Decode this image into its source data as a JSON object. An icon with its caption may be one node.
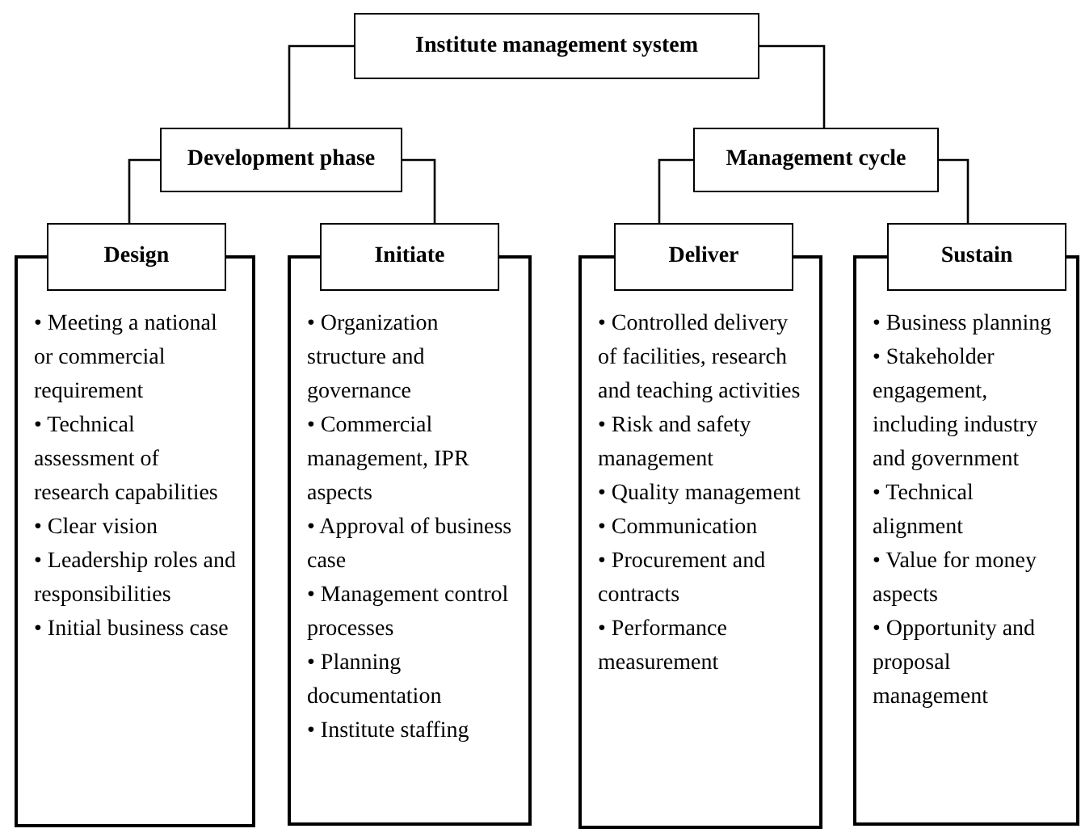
{
  "diagram": {
    "nodes": [
      {
        "text": [
          "Institute management system"
        ]
      },
      {
        "text": [
          "Development phase"
        ]
      },
      {
        "text": [
          "Management cycle"
        ]
      },
      {
        "text": [
          "Design"
        ]
      },
      {
        "text": [
          "Initiate"
        ]
      },
      {
        "text": [
          "Deliver"
        ]
      },
      {
        "text": [
          "Sustain"
        ]
      },
      {
        "text": [
          "• Meeting a national or commercial requirement",
          "• Technical assessment of research capabilities",
          "• Clear vision",
          "• Leadership roles and responsibilities",
          "• Initial business case"
        ]
      },
      {
        "text": [
          "• Organization structure and governance",
          "• Commercial management, IPR aspects",
          "• Approval of business case",
          "• Management control processes",
          "• Planning documentation",
          "• Institute staffing"
        ]
      },
      {
        "text": [
          "• Controlled delivery of facilities, research and teaching activities",
          "• Risk and safety management",
          "• Quality management",
          "• Communication",
          "• Procurement and contracts",
          "• Performance measurement"
        ]
      },
      {
        "text": [
          "• Business planning",
          "• Stakeholder engagement, including industry and government",
          "• Technical alignment",
          "• Value for money aspects",
          "• Opportunity and proposal management"
        ]
      }
    ],
    "edges": [
      {
        "from": 0,
        "to": 1,
        "arrow": "none"
      },
      {
        "from": 0,
        "to": 2,
        "arrow": "none"
      },
      {
        "from": 1,
        "to": 3,
        "arrow": "none"
      },
      {
        "from": 1,
        "to": 4,
        "arrow": "none"
      },
      {
        "from": 2,
        "to": 5,
        "arrow": "none"
      },
      {
        "from": 2,
        "to": 6,
        "arrow": "none"
      }
    ]
  }
}
